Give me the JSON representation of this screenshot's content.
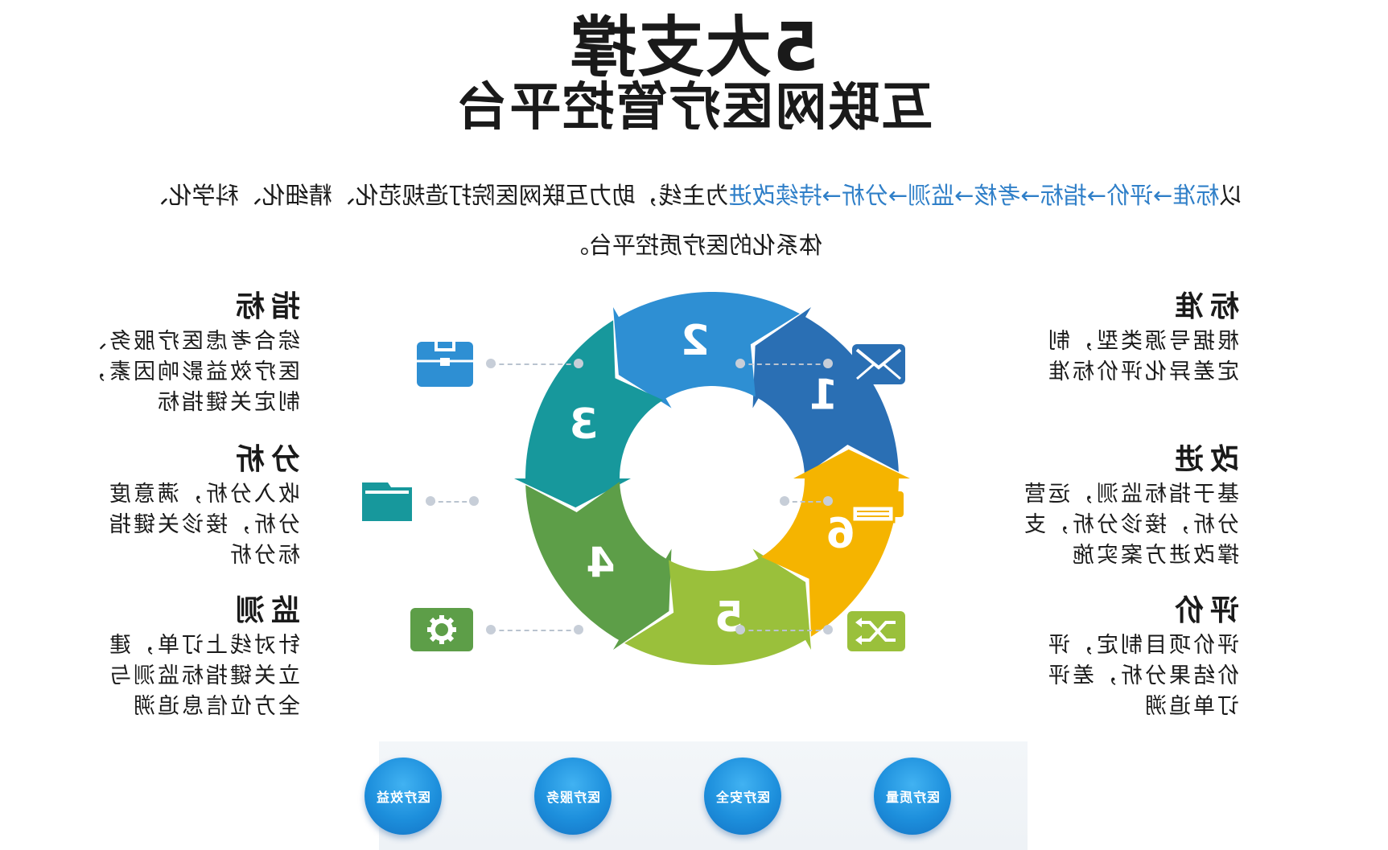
{
  "title": {
    "line1": "5大支撑",
    "line2": "互联网医疗管控平台"
  },
  "intro": {
    "prefix": "以",
    "highlight": "标准→评价→指标→考核→监测→分析→持续改进",
    "suffix": "为主线，助力互联网医院打造规范化、精细化、科学化、",
    "line2": "体系化的医疗质控平台。"
  },
  "cycle": {
    "steps": [
      {
        "num": "1",
        "color": "#2a6fb4"
      },
      {
        "num": "2",
        "color": "#2e8fd3"
      },
      {
        "num": "3",
        "color": "#17989c"
      },
      {
        "num": "4",
        "color": "#5d9e48"
      },
      {
        "num": "5",
        "color": "#9ac03b"
      },
      {
        "num": "6",
        "color": "#f5b400"
      }
    ]
  },
  "blocks": {
    "biaozhun": {
      "head": "标准",
      "lines": [
        "根据号源类型，制",
        "定差异化评价标准"
      ],
      "icon": "envelope-icon",
      "color": "#2a6fb4"
    },
    "gaijin": {
      "head": "改进",
      "lines": [
        "基于指标监测，运营",
        "分析，接诊分析，支",
        "撑改进方案实施"
      ],
      "icon": "printer-icon",
      "color": "#f5b400"
    },
    "pingjia": {
      "head": "评价",
      "lines": [
        "评价项目制定，评",
        "价结果分析，差评",
        "订单追溯"
      ],
      "icon": "shuffle-icon",
      "color": "#9ac03b"
    },
    "zhibiao": {
      "head": "指标",
      "lines": [
        "综合考虑医疗服务、",
        "医疗效益影响因素，",
        "制定关键指标"
      ],
      "icon": "briefcase-icon",
      "color": "#2e8fd3"
    },
    "fenxi": {
      "head": "分析",
      "lines": [
        "收入分析，满意度",
        "分析，接诊关键指",
        "标分析"
      ],
      "icon": "folder-icon",
      "color": "#17989c"
    },
    "jiance": {
      "head": "监测",
      "lines": [
        "针对线上订单，建",
        "立关键指标监测与",
        "全方位信息追溯"
      ],
      "icon": "gear-icon",
      "color": "#5d9e48"
    }
  },
  "badges": [
    "医疗质量",
    "医疗安全",
    "医疗服务",
    "医疗效益"
  ]
}
